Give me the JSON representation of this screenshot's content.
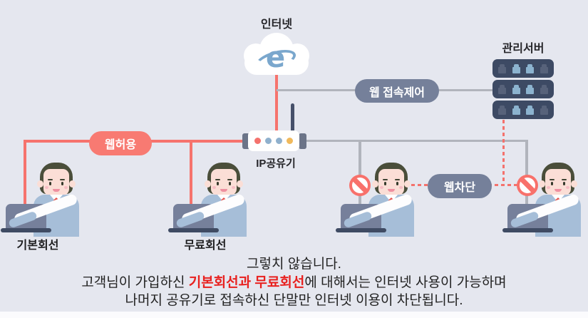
{
  "diagram": {
    "internet_label": "인터넷",
    "ie_glyph": "e",
    "server_label": "관리서버",
    "router_label": "IP공유기",
    "badge_web_control": "웹 접속제어",
    "badge_web_allow": "웹허용",
    "badge_web_block": "웹차단"
  },
  "users": [
    {
      "device": "kt",
      "line_label": "기본회선",
      "blocked": false
    },
    {
      "device": "kt",
      "line_label": "무료회선",
      "blocked": false
    },
    {
      "device": "kt",
      "line_label": "",
      "blocked": true
    },
    {
      "device": "kt",
      "line_label": "",
      "blocked": true
    }
  ],
  "caption": {
    "line1": "그렇치 않습니다.",
    "line2_prefix": "고객님이 가입하신 ",
    "line2_highlight": "기본회선과 무료회선",
    "line2_suffix": "에 대해서는 인터넷 사용이 가능하며",
    "line3": "나머지 공유기로 접속하신 단말만 인터넷 이용이 차단됩니다."
  },
  "colors": {
    "background": "#e5e7ef",
    "allow_coral": "#f87a72",
    "slate_badge": "#75809a",
    "gray_line": "#b1b4bc",
    "red_line": "#f6736d",
    "server_body": "#3d4a64",
    "laptop_body": "#76809b",
    "highlight_red": "#e8211f",
    "ie_blue": "#7aa7cd"
  },
  "icons": {
    "internet": "cloud-icon",
    "browser": "ie-logo-icon",
    "management": "server-rack-icon",
    "gateway": "wifi-router-icon",
    "blocked": "no-entry-icon",
    "terminal": "laptop-icon",
    "customer": "person-icon"
  }
}
